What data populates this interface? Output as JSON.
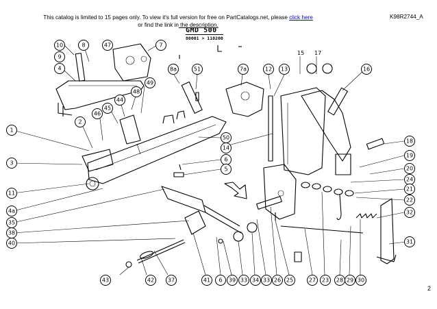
{
  "header": {
    "notice_line1_prefix": "This catalog is limited to 15 pages only. To view it's full version for free on PartCatalogs.net, please ",
    "notice_link": "click here",
    "notice_line2_prefix": "or find the link in",
    "notice_line2_underlined": " the description.",
    "doc_code": "K98R2744_A"
  },
  "model": {
    "title": "GMD 500",
    "serial_range": "80001  >  110200"
  },
  "page_number": "2",
  "callouts": [
    "10",
    "8",
    "47",
    "7",
    "9",
    "4",
    "48",
    "49",
    "44",
    "45",
    "46",
    "2",
    "1",
    "3",
    "11",
    "4a",
    "35",
    "38",
    "40",
    "8a",
    "51",
    "7a",
    "12",
    "13",
    "16",
    "50",
    "14",
    "6",
    "5",
    "18",
    "19",
    "20",
    "24",
    "21",
    "22",
    "32",
    "31",
    "43",
    "42",
    "37",
    "41",
    "6",
    "39",
    "33",
    "34",
    "33",
    "26",
    "25",
    "27",
    "23",
    "28",
    "29",
    "30"
  ],
  "plain_labels": [
    "15",
    "17"
  ]
}
